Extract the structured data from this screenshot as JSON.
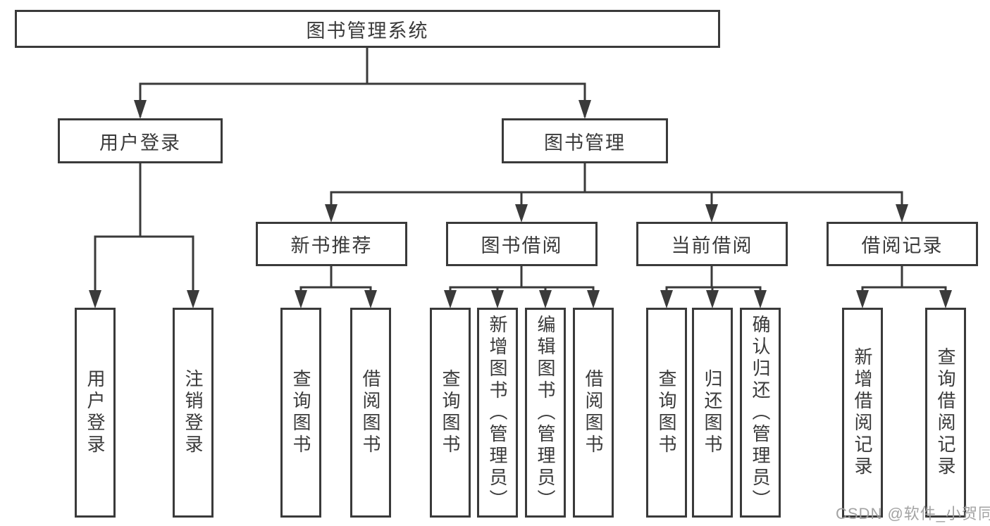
{
  "diagram": {
    "root": {
      "label": "图书管理系统"
    },
    "branches": {
      "userLogin": {
        "label": "用户登录",
        "children": [
          "用户登录",
          "注销登录"
        ]
      },
      "bookMgmt": {
        "label": "图书管理",
        "sections": {
          "newBooks": {
            "label": "新书推荐",
            "children": [
              "查询图书",
              "借阅图书"
            ]
          },
          "bookBorrow": {
            "label": "图书借阅",
            "children": [
              "查询图书",
              "新增图书（管理员）",
              "编辑图书（管理员）",
              "借阅图书"
            ]
          },
          "currentBorrow": {
            "label": "当前借阅",
            "children": [
              "查询图书",
              "归还图书",
              "确认归还（管理员）"
            ]
          },
          "borrowRecords": {
            "label": "借阅记录",
            "children": [
              "新增借阅记录",
              "查询借阅记录"
            ]
          }
        }
      }
    }
  },
  "watermark": {
    "text": "CSDN @软件_小贺同学"
  },
  "colors": {
    "line": "#3a3a3a",
    "text": "#3a3a3a",
    "background": "#ffffff",
    "watermark": "#9e9e9e"
  }
}
